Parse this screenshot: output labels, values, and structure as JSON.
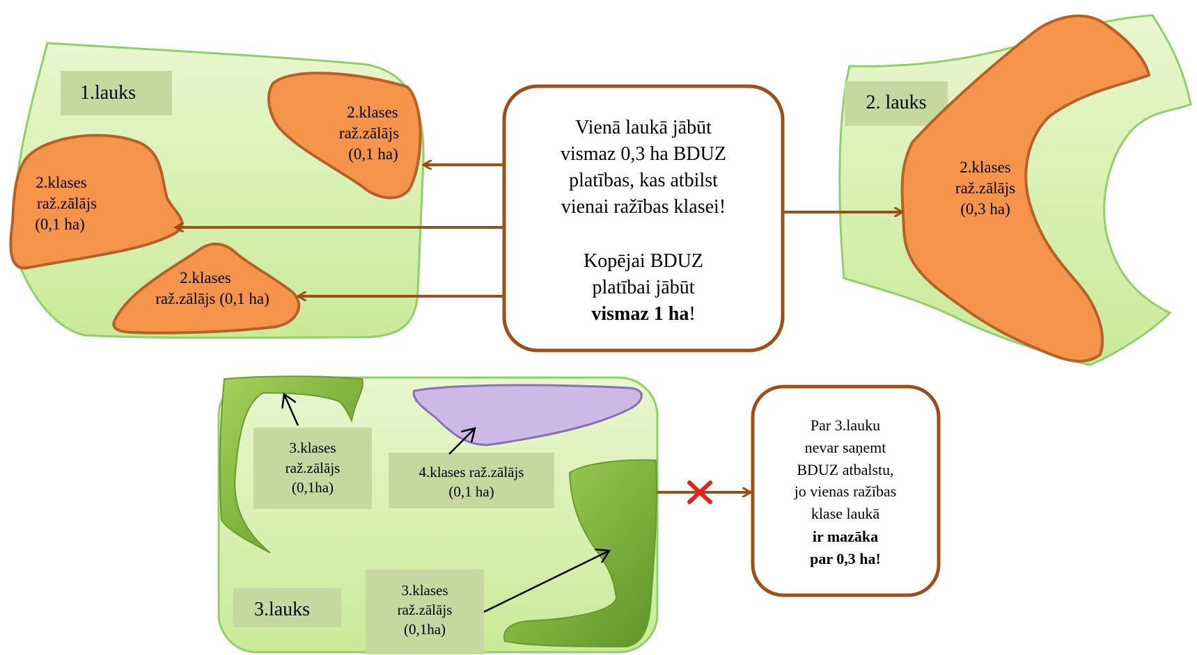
{
  "colors": {
    "field_fill": "#d8f0b0",
    "field_stroke": "#8fd06a",
    "orange_fill": "#f5944a",
    "orange_stroke": "#b5622a",
    "label_box": "#c4d8a0",
    "arrow_brown": "#9c4f17",
    "box_stroke": "#9c4f17",
    "purple_fill": "#cdb8e6",
    "green_shape": "#7fb335",
    "red_x": "#e2231a"
  },
  "field1": {
    "title": "1.lauks",
    "patch_top_right": [
      "2.klases",
      "raž.zālājs",
      "(0,1 ha)"
    ],
    "patch_left": [
      "2.klases",
      "raž.zālājs",
      "(0,1 ha)"
    ],
    "patch_bottom": [
      "2.klases",
      "raž.zālājs (0,1 ha)"
    ]
  },
  "field2": {
    "title": "2. lauks",
    "patch": [
      "2.klases",
      "raž.zālājs",
      "(0,3 ha)"
    ]
  },
  "field3": {
    "title": "3.lauks",
    "label_top_left": [
      "3.klases",
      "raž.zālājs",
      "(0,1ha)"
    ],
    "label_purple": [
      "4.klases  raž.zālājs",
      "(0,1 ha)"
    ],
    "label_bottom": [
      "3.klases",
      "raž.zālājs",
      "(0,1ha)"
    ]
  },
  "center_box": {
    "lines": [
      "Vienā laukā jābūt",
      "vismaz 0,3 ha BDUZ",
      "platības, kas atbilst",
      "vienai ražības klasei!",
      "Kopējai BDUZ",
      "platībai jābūt"
    ],
    "last_bold": "vismaz 1 ha",
    "last_tail": "!"
  },
  "right_box": {
    "lines": [
      "Par 3.lauku",
      "nevar saņemt",
      "BDUZ atbalstu,",
      "jo vienas ražības",
      "klase laukā"
    ],
    "bold_lines": [
      "ir mazāka",
      "par 0,3 ha!"
    ]
  }
}
